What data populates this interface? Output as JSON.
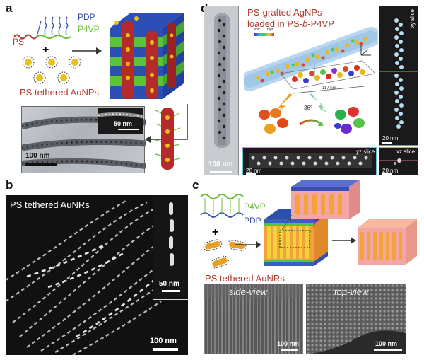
{
  "panel_a": {
    "label": "a",
    "chain_pdp": "PDP",
    "chain_p4vp": "P4VP",
    "chain_ps": "PS",
    "plus": "+",
    "np_caption": "PS tethered AuNPs",
    "inset_scale": "50 nm",
    "main_scale": "100 nm"
  },
  "panel_b": {
    "label": "b",
    "caption": "PS tethered AuNRs",
    "inset_scale": "50 nm",
    "main_scale": "100 nm"
  },
  "panel_c": {
    "label": "c",
    "chain_p4vp": "P4VP",
    "chain_pdp": "PDP",
    "plus": "+",
    "np_caption": "PS tethered AuNRs",
    "side_view": "side-view",
    "top_view": "top-view",
    "side_scale": "100 nm",
    "top_scale": "100 nm"
  },
  "panel_d": {
    "label": "d",
    "title_line1": "PS-grafted AgNPs",
    "title_line2_prefix": "loaded in PS-",
    "title_line2_italic": "b",
    "title_line2_suffix": "-P4VP",
    "tem_scale": "100 nm",
    "xy_slice": "xy slice",
    "yz_slice": "yz slice",
    "xz_slice": "xz slice",
    "rotation": "36°",
    "length_label": "117 nm",
    "cbar_low": "low",
    "cbar_high": "high",
    "scale_20a": "20 nm",
    "scale_20b": "20 nm",
    "scale_20c": "20 nm"
  },
  "colors": {
    "ps_red": "#b03a2e",
    "pdp_blue": "#3b4fa8",
    "p4vp_green": "#6bbf3a",
    "gold": "#e8c21a"
  }
}
